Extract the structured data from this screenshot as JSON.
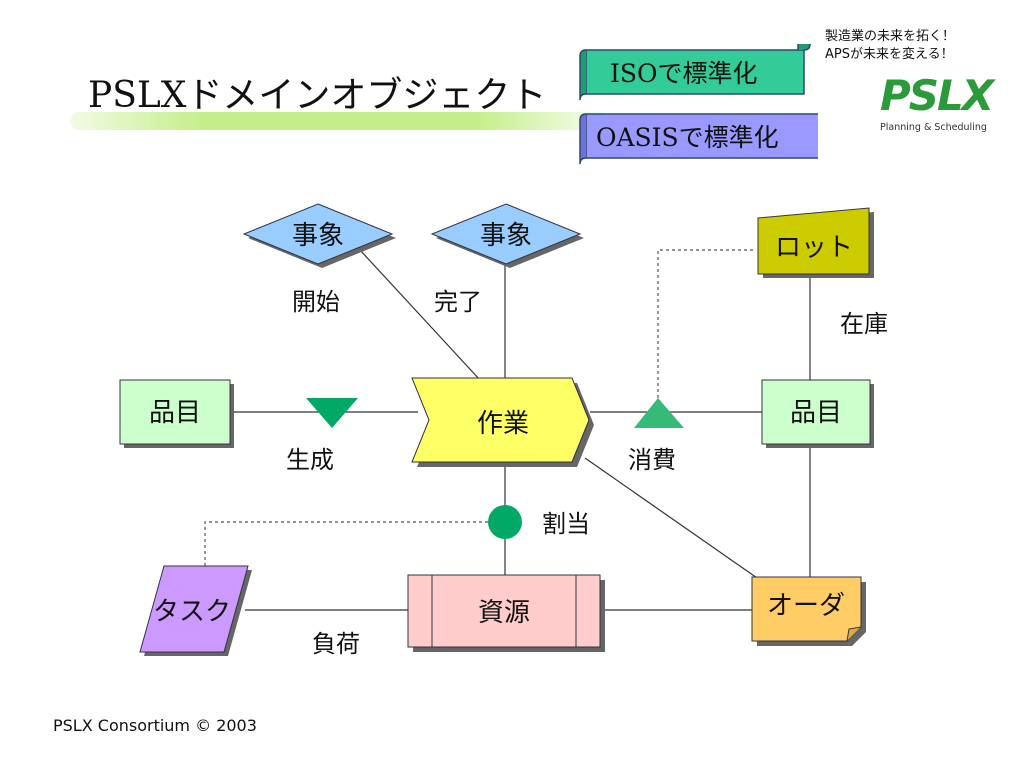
{
  "title": "PSLXドメインオブジェクト",
  "banners": {
    "iso": "ISOで標準化",
    "oasis": "OASISで標準化"
  },
  "tagline": {
    "line1": "製造業の未来を拓く！",
    "line2": "APSが未来を変える！"
  },
  "logo": {
    "text": "PSLX",
    "subtitle": "Planning & Scheduling"
  },
  "nodes": {
    "event_start": "事象",
    "event_end": "事象",
    "lot": "ロット",
    "item_left": "品目",
    "item_right": "品目",
    "task_work": "作業",
    "task": "タスク",
    "resource": "資源",
    "order": "オーダ"
  },
  "edge_labels": {
    "start": "開始",
    "complete": "完了",
    "inventory": "在庫",
    "produce": "生成",
    "consume": "消費",
    "assign": "割当",
    "load": "負荷"
  },
  "footer": "PSLX Consortium © 2003",
  "colors": {
    "event": "#99ccff",
    "lot": "#cccc00",
    "item": "#ccffcc",
    "work": "#ffff66",
    "produce_marker": "#00aa66",
    "consume_marker": "#33bb77",
    "assign_marker": "#00aa66",
    "task": "#cc99ff",
    "resource": "#ffcccc",
    "order": "#ffcc66",
    "iso_banner": "#33cc99",
    "oasis_banner": "#9999ff",
    "logo_green": "#2a9a3a",
    "logo_red": "#d02020"
  }
}
